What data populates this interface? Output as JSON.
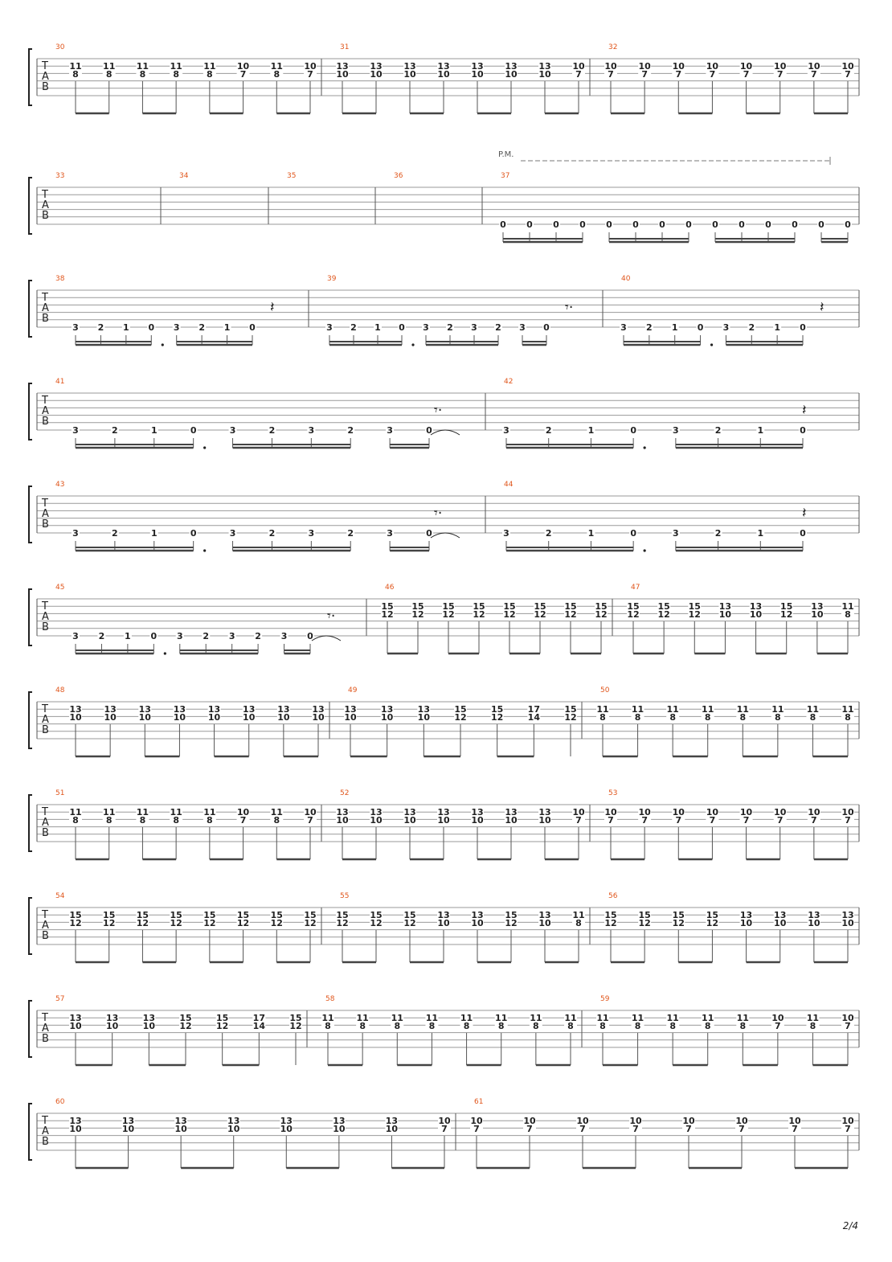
{
  "page_number": "2/4",
  "clef_letters": [
    "T",
    "A",
    "B"
  ],
  "palm_mute_label": "P.M.",
  "systems": [
    {
      "measures": [
        {
          "number": "30",
          "notes": [
            [
              "11",
              "8"
            ],
            [
              "11",
              "8"
            ],
            [
              "11",
              "8"
            ],
            [
              "11",
              "8"
            ],
            [
              "11",
              "8"
            ],
            [
              "10",
              "7"
            ],
            [
              "11",
              "8"
            ],
            [
              "10",
              "7"
            ]
          ]
        },
        {
          "number": "31",
          "notes": [
            [
              "13",
              "10"
            ],
            [
              "13",
              "10"
            ],
            [
              "13",
              "10"
            ],
            [
              "13",
              "10"
            ],
            [
              "13",
              "10"
            ],
            [
              "13",
              "10"
            ],
            [
              "13",
              "10"
            ],
            [
              "10",
              "7"
            ]
          ]
        },
        {
          "number": "32",
          "notes": [
            [
              "10",
              "7"
            ],
            [
              "10",
              "7"
            ],
            [
              "10",
              "7"
            ],
            [
              "10",
              "7"
            ],
            [
              "10",
              "7"
            ],
            [
              "10",
              "7"
            ],
            [
              "10",
              "7"
            ],
            [
              "10",
              "7"
            ]
          ]
        }
      ]
    },
    {
      "palm_mute": true,
      "measures": [
        {
          "number": "33",
          "notes": []
        },
        {
          "number": "34",
          "notes": []
        },
        {
          "number": "35",
          "notes": []
        },
        {
          "number": "36",
          "notes": []
        },
        {
          "number": "37",
          "notes": [
            [
              "0"
            ],
            [
              "0"
            ],
            [
              "0"
            ],
            [
              "0"
            ],
            [
              "0"
            ],
            [
              "0"
            ],
            [
              "0"
            ],
            [
              "0"
            ],
            [
              "0"
            ],
            [
              "0"
            ],
            [
              "0"
            ],
            [
              "0"
            ],
            [
              "0"
            ],
            [
              "0"
            ]
          ]
        }
      ]
    },
    {
      "measures": [
        {
          "number": "38",
          "notes": [
            [
              "3"
            ],
            [
              "2"
            ],
            [
              "1"
            ],
            [
              "0"
            ],
            [
              "3"
            ],
            [
              "2"
            ],
            [
              "1"
            ],
            [
              "0"
            ]
          ]
        },
        {
          "number": "39",
          "notes": [
            [
              "3"
            ],
            [
              "2"
            ],
            [
              "1"
            ],
            [
              "0"
            ],
            [
              "3"
            ],
            [
              "2"
            ],
            [
              "3"
            ],
            [
              "2"
            ],
            [
              "3"
            ],
            [
              "0"
            ]
          ]
        },
        {
          "number": "40",
          "notes": [
            [
              "3"
            ],
            [
              "2"
            ],
            [
              "1"
            ],
            [
              "0"
            ],
            [
              "3"
            ],
            [
              "2"
            ],
            [
              "1"
            ],
            [
              "0"
            ]
          ]
        }
      ]
    },
    {
      "measures": [
        {
          "number": "41",
          "notes": [
            [
              "3"
            ],
            [
              "2"
            ],
            [
              "1"
            ],
            [
              "0"
            ],
            [
              "3"
            ],
            [
              "2"
            ],
            [
              "3"
            ],
            [
              "2"
            ],
            [
              "3"
            ],
            [
              "0"
            ]
          ]
        },
        {
          "number": "42",
          "notes": [
            [
              "3"
            ],
            [
              "2"
            ],
            [
              "1"
            ],
            [
              "0"
            ],
            [
              "3"
            ],
            [
              "2"
            ],
            [
              "1"
            ],
            [
              "0"
            ]
          ]
        }
      ]
    },
    {
      "measures": [
        {
          "number": "43",
          "notes": [
            [
              "3"
            ],
            [
              "2"
            ],
            [
              "1"
            ],
            [
              "0"
            ],
            [
              "3"
            ],
            [
              "2"
            ],
            [
              "3"
            ],
            [
              "2"
            ],
            [
              "3"
            ],
            [
              "0"
            ]
          ]
        },
        {
          "number": "44",
          "notes": [
            [
              "3"
            ],
            [
              "2"
            ],
            [
              "1"
            ],
            [
              "0"
            ],
            [
              "3"
            ],
            [
              "2"
            ],
            [
              "1"
            ],
            [
              "0"
            ]
          ]
        }
      ]
    },
    {
      "measures": [
        {
          "number": "45",
          "notes": [
            [
              "3"
            ],
            [
              "2"
            ],
            [
              "1"
            ],
            [
              "0"
            ],
            [
              "3"
            ],
            [
              "2"
            ],
            [
              "3"
            ],
            [
              "2"
            ],
            [
              "3"
            ],
            [
              "0"
            ]
          ]
        },
        {
          "number": "46",
          "notes": [
            [
              "15",
              "12"
            ],
            [
              "15",
              "12"
            ],
            [
              "15",
              "12"
            ],
            [
              "15",
              "12"
            ],
            [
              "15",
              "12"
            ],
            [
              "15",
              "12"
            ],
            [
              "15",
              "12"
            ],
            [
              "15",
              "12"
            ]
          ]
        },
        {
          "number": "47",
          "notes": [
            [
              "15",
              "12"
            ],
            [
              "15",
              "12"
            ],
            [
              "15",
              "12"
            ],
            [
              "13",
              "10"
            ],
            [
              "13",
              "10"
            ],
            [
              "15",
              "12"
            ],
            [
              "13",
              "10"
            ],
            [
              "11",
              "8"
            ]
          ]
        }
      ]
    },
    {
      "measures": [
        {
          "number": "48",
          "notes": [
            [
              "13",
              "10"
            ],
            [
              "13",
              "10"
            ],
            [
              "13",
              "10"
            ],
            [
              "13",
              "10"
            ],
            [
              "13",
              "10"
            ],
            [
              "13",
              "10"
            ],
            [
              "13",
              "10"
            ],
            [
              "13",
              "10"
            ]
          ]
        },
        {
          "number": "49",
          "notes": [
            [
              "13",
              "10"
            ],
            [
              "13",
              "10"
            ],
            [
              "13",
              "10"
            ],
            [
              "15",
              "12"
            ],
            [
              "15",
              "12"
            ],
            [
              "17",
              "14"
            ],
            [
              "15",
              "12"
            ]
          ]
        },
        {
          "number": "50",
          "notes": [
            [
              "11",
              "8"
            ],
            [
              "11",
              "8"
            ],
            [
              "11",
              "8"
            ],
            [
              "11",
              "8"
            ],
            [
              "11",
              "8"
            ],
            [
              "11",
              "8"
            ],
            [
              "11",
              "8"
            ],
            [
              "11",
              "8"
            ]
          ]
        }
      ]
    },
    {
      "measures": [
        {
          "number": "51",
          "notes": [
            [
              "11",
              "8"
            ],
            [
              "11",
              "8"
            ],
            [
              "11",
              "8"
            ],
            [
              "11",
              "8"
            ],
            [
              "11",
              "8"
            ],
            [
              "10",
              "7"
            ],
            [
              "11",
              "8"
            ],
            [
              "10",
              "7"
            ]
          ]
        },
        {
          "number": "52",
          "notes": [
            [
              "13",
              "10"
            ],
            [
              "13",
              "10"
            ],
            [
              "13",
              "10"
            ],
            [
              "13",
              "10"
            ],
            [
              "13",
              "10"
            ],
            [
              "13",
              "10"
            ],
            [
              "13",
              "10"
            ],
            [
              "10",
              "7"
            ]
          ]
        },
        {
          "number": "53",
          "notes": [
            [
              "10",
              "7"
            ],
            [
              "10",
              "7"
            ],
            [
              "10",
              "7"
            ],
            [
              "10",
              "7"
            ],
            [
              "10",
              "7"
            ],
            [
              "10",
              "7"
            ],
            [
              "10",
              "7"
            ],
            [
              "10",
              "7"
            ]
          ]
        }
      ]
    },
    {
      "measures": [
        {
          "number": "54",
          "notes": [
            [
              "15",
              "12"
            ],
            [
              "15",
              "12"
            ],
            [
              "15",
              "12"
            ],
            [
              "15",
              "12"
            ],
            [
              "15",
              "12"
            ],
            [
              "15",
              "12"
            ],
            [
              "15",
              "12"
            ],
            [
              "15",
              "12"
            ]
          ]
        },
        {
          "number": "55",
          "notes": [
            [
              "15",
              "12"
            ],
            [
              "15",
              "12"
            ],
            [
              "15",
              "12"
            ],
            [
              "13",
              "10"
            ],
            [
              "13",
              "10"
            ],
            [
              "15",
              "12"
            ],
            [
              "13",
              "10"
            ],
            [
              "11",
              "8"
            ]
          ]
        },
        {
          "number": "56",
          "notes": [
            [
              "15",
              "12"
            ],
            [
              "15",
              "12"
            ],
            [
              "15",
              "12"
            ],
            [
              "15",
              "12"
            ],
            [
              "13",
              "10"
            ],
            [
              "13",
              "10"
            ],
            [
              "13",
              "10"
            ],
            [
              "13",
              "10"
            ]
          ]
        }
      ]
    },
    {
      "measures": [
        {
          "number": "57",
          "notes": [
            [
              "13",
              "10"
            ],
            [
              "13",
              "10"
            ],
            [
              "13",
              "10"
            ],
            [
              "15",
              "12"
            ],
            [
              "15",
              "12"
            ],
            [
              "17",
              "14"
            ],
            [
              "15",
              "12"
            ]
          ]
        },
        {
          "number": "58",
          "notes": [
            [
              "11",
              "8"
            ],
            [
              "11",
              "8"
            ],
            [
              "11",
              "8"
            ],
            [
              "11",
              "8"
            ],
            [
              "11",
              "8"
            ],
            [
              "11",
              "8"
            ],
            [
              "11",
              "8"
            ],
            [
              "11",
              "8"
            ]
          ]
        },
        {
          "number": "59",
          "notes": [
            [
              "11",
              "8"
            ],
            [
              "11",
              "8"
            ],
            [
              "11",
              "8"
            ],
            [
              "11",
              "8"
            ],
            [
              "11",
              "8"
            ],
            [
              "10",
              "7"
            ],
            [
              "11",
              "8"
            ],
            [
              "10",
              "7"
            ]
          ]
        }
      ]
    },
    {
      "measures": [
        {
          "number": "60",
          "notes": [
            [
              "13",
              "10"
            ],
            [
              "13",
              "10"
            ],
            [
              "13",
              "10"
            ],
            [
              "13",
              "10"
            ],
            [
              "13",
              "10"
            ],
            [
              "13",
              "10"
            ],
            [
              "13",
              "10"
            ],
            [
              "10",
              "7"
            ]
          ]
        },
        {
          "number": "61",
          "notes": [
            [
              "10",
              "7"
            ],
            [
              "10",
              "7"
            ],
            [
              "10",
              "7"
            ],
            [
              "10",
              "7"
            ],
            [
              "10",
              "7"
            ],
            [
              "10",
              "7"
            ],
            [
              "10",
              "7"
            ],
            [
              "10",
              "7"
            ]
          ]
        }
      ]
    }
  ]
}
